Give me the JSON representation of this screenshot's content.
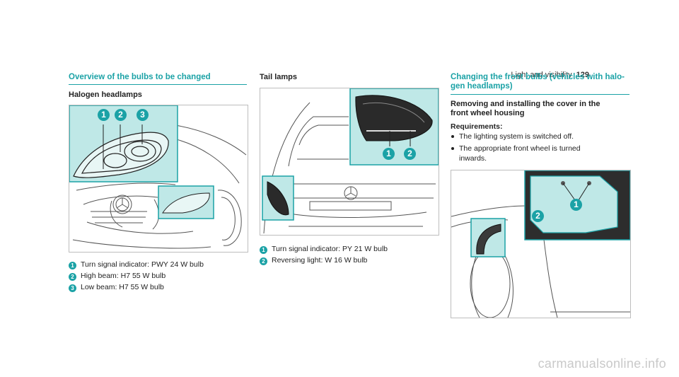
{
  "header": {
    "section": "Light and visibility",
    "page_number": "129"
  },
  "left": {
    "title": "Overview of the bulbs to be changed",
    "subtitle": "Halogen headlamps",
    "legend": [
      {
        "n": "1",
        "text": "Turn signal indicator: PWY 24 W bulb"
      },
      {
        "n": "2",
        "text": "High beam: H7 55 W bulb"
      },
      {
        "n": "3",
        "text": "Low beam: H7 55 W bulb"
      }
    ]
  },
  "middle": {
    "subtitle": "Tail lamps",
    "legend": [
      {
        "n": "1",
        "text": "Turn signal indicator: PY 21 W bulb"
      },
      {
        "n": "2",
        "text": "Reversing light: W 16 W bulb"
      }
    ]
  },
  "right": {
    "title_line1": "Changing the front bulbs (vehicles with halo-",
    "title_line2": "gen headlamps)",
    "subtitle_line1": "Removing and installing the cover in the",
    "subtitle_line2": "front wheel housing",
    "requirements_label": "Requirements:",
    "requirements": [
      {
        "line1": "The lighting system is switched off.",
        "line2": ""
      },
      {
        "line1": "The appropriate front wheel is turned",
        "line2": "inwards."
      }
    ]
  },
  "callouts": {
    "c1": "1",
    "c2": "2",
    "c3": "3"
  },
  "colors": {
    "accent": "#1ba2a6",
    "highlight_fill": "#bfe8e7"
  },
  "footer": {
    "watermark": "carmanualsonline.info"
  }
}
